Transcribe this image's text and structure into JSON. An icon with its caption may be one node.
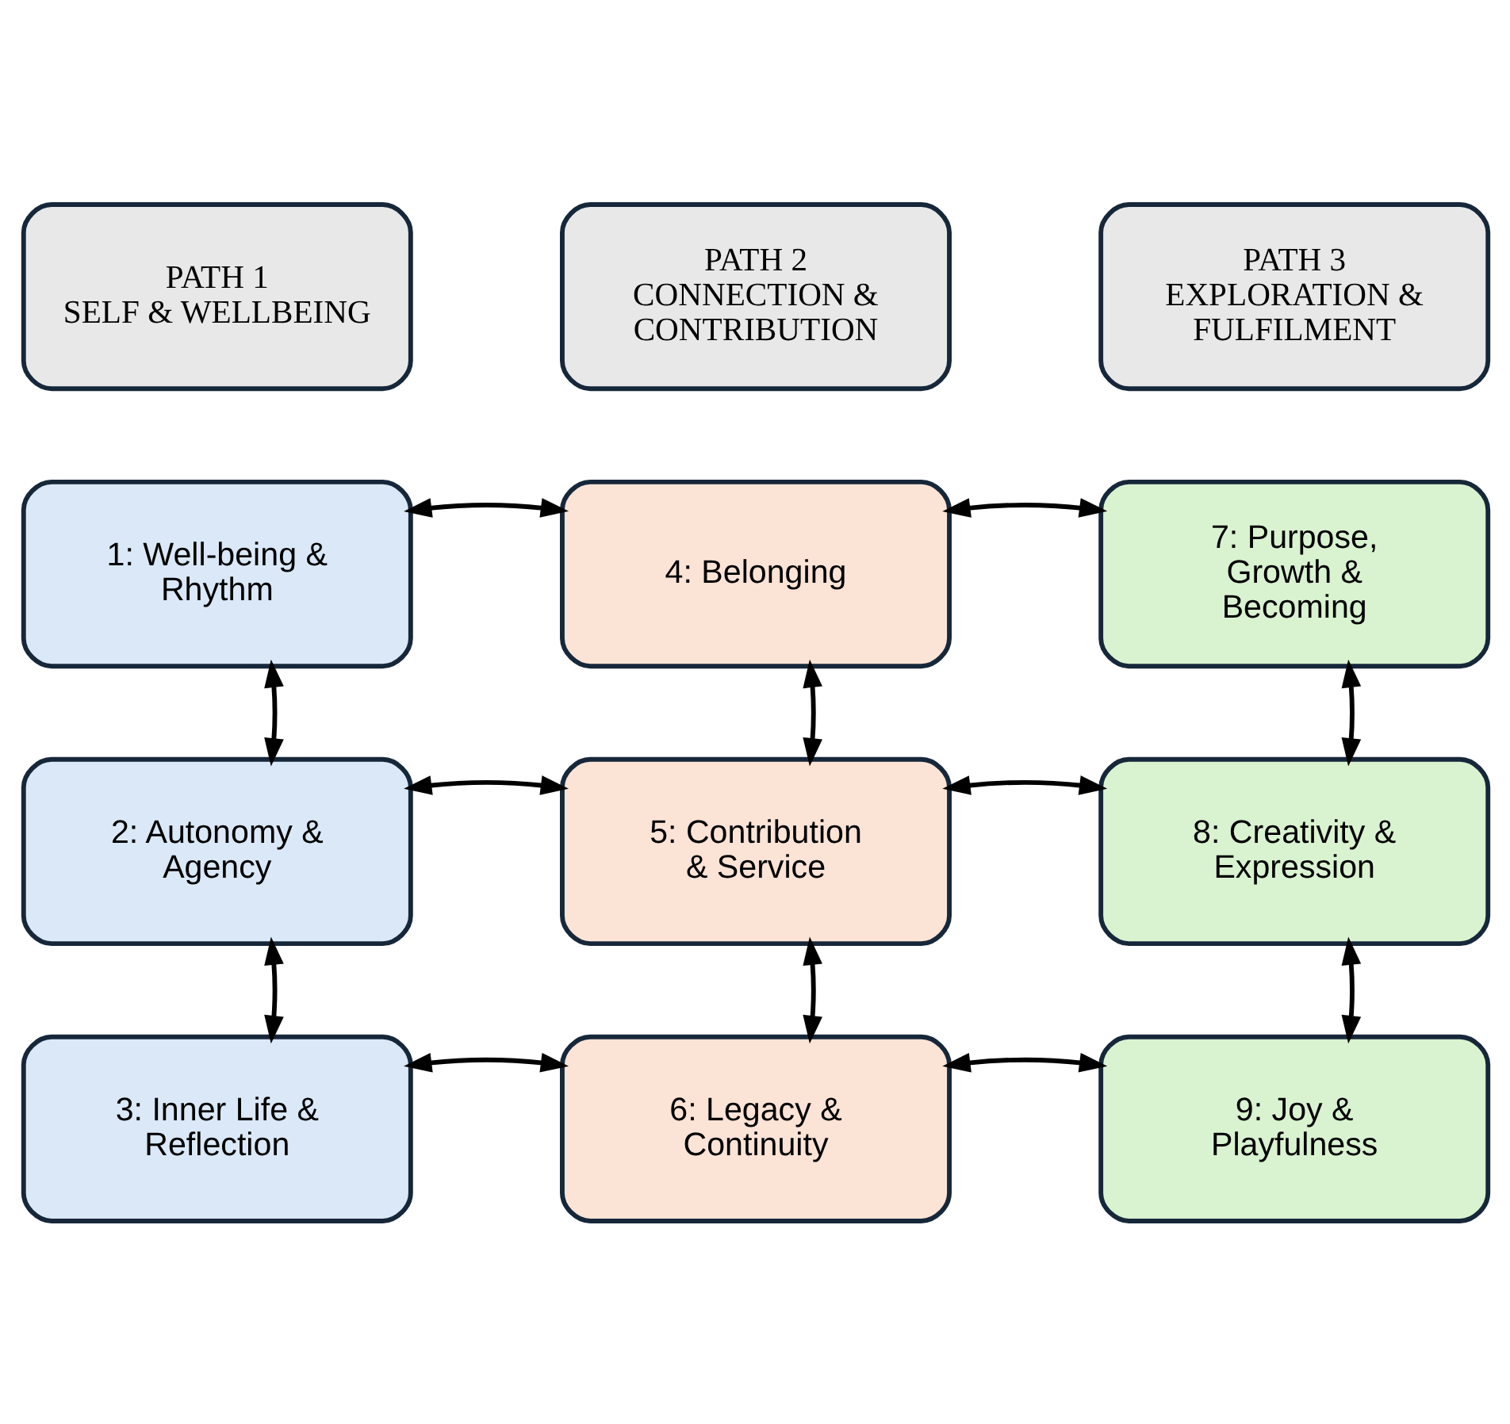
{
  "diagram": {
    "nodes": [
      {
        "text": [
          "PATH 1",
          "SELF & WELLBEING"
        ]
      },
      {
        "text": [
          "PATH 2",
          "CONNECTION & CONTRIBUTION"
        ]
      },
      {
        "text": [
          "PATH 3",
          "EXPLORATION & FULFILMENT"
        ]
      },
      {
        "text": [
          "1: Well-being & Rhythm"
        ]
      },
      {
        "text": [
          "4: Belonging"
        ]
      },
      {
        "text": [
          "7: Purpose, Growth & Becoming"
        ]
      },
      {
        "text": [
          "2: Autonomy & Agency"
        ]
      },
      {
        "text": [
          "5: Contribution & Service"
        ]
      },
      {
        "text": [
          "8: Creativity & Expression"
        ]
      },
      {
        "text": [
          "3: Inner Life & Reflection"
        ]
      },
      {
        "text": [
          "6: Legacy & Continuity"
        ]
      },
      {
        "text": [
          "9: Joy & Playfulness"
        ]
      }
    ],
    "edges": [
      {
        "from": 3,
        "to": 4,
        "arrow": "both"
      },
      {
        "from": 4,
        "to": 5,
        "arrow": "both"
      },
      {
        "from": 3,
        "to": 6,
        "arrow": "both"
      },
      {
        "from": 4,
        "to": 7,
        "arrow": "both"
      },
      {
        "from": 5,
        "to": 8,
        "arrow": "both"
      },
      {
        "from": 6,
        "to": 7,
        "arrow": "both"
      },
      {
        "from": 7,
        "to": 8,
        "arrow": "both"
      },
      {
        "from": 6,
        "to": 9,
        "arrow": "both"
      },
      {
        "from": 7,
        "to": 10,
        "arrow": "both"
      },
      {
        "from": 8,
        "to": 11,
        "arrow": "both"
      },
      {
        "from": 9,
        "to": 10,
        "arrow": "both"
      },
      {
        "from": 10,
        "to": 11,
        "arrow": "both"
      }
    ]
  }
}
